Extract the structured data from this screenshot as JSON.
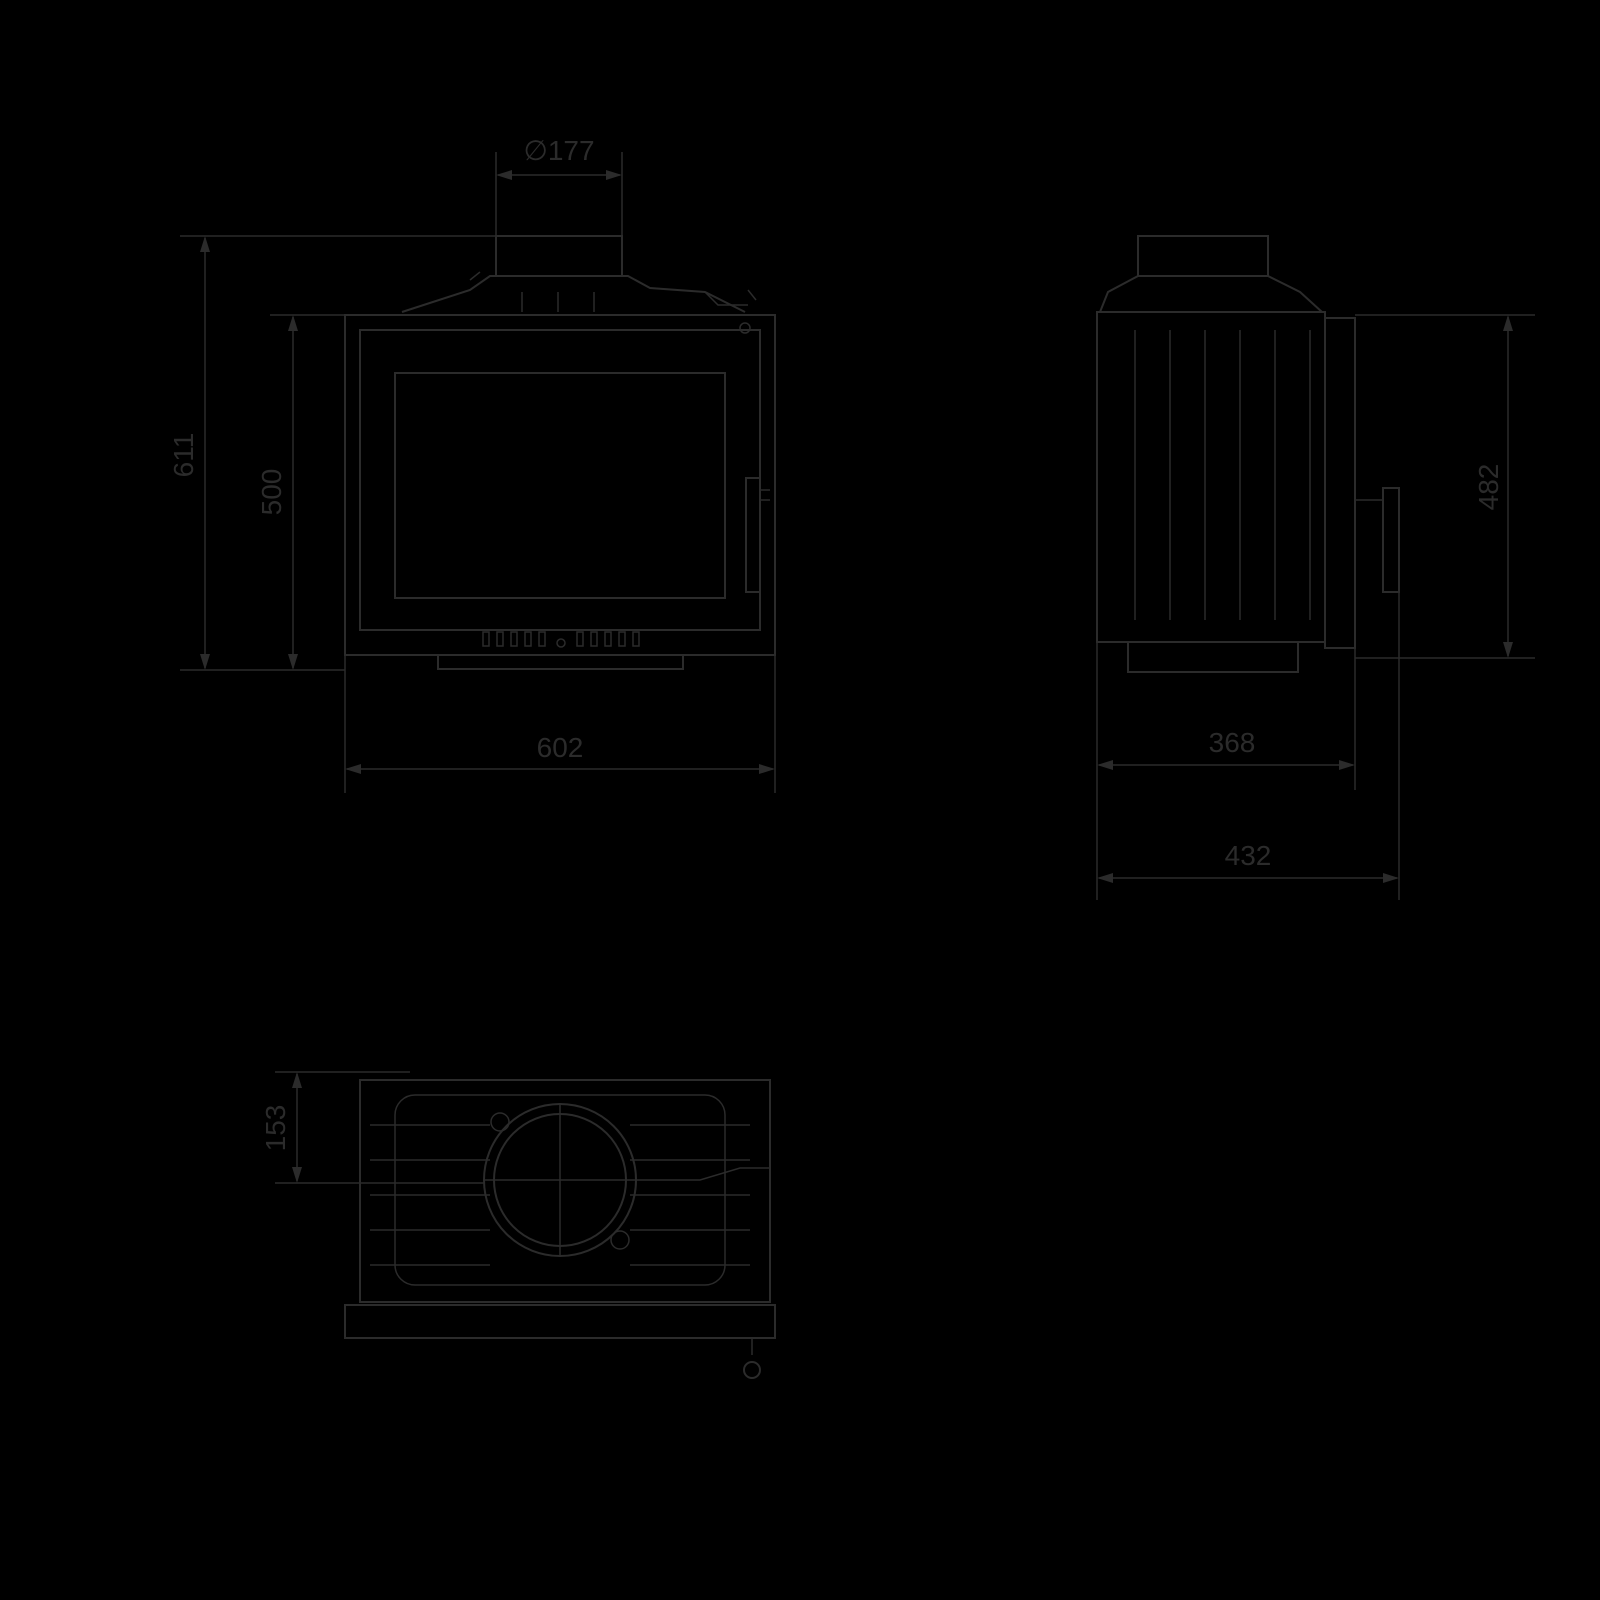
{
  "dimensions": {
    "flue_diameter": "∅177",
    "total_height": "611",
    "body_height": "500",
    "front_width": "602",
    "side_height": "482",
    "side_depth_body": "368",
    "side_depth_total": "432",
    "top_depth": "153"
  }
}
